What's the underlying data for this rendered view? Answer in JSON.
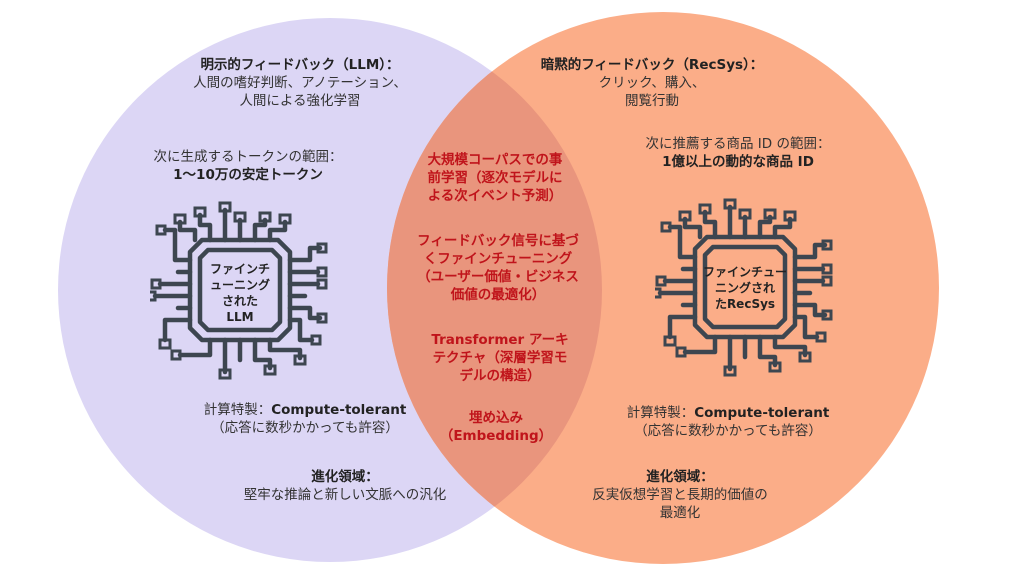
{
  "colors": {
    "left": "#dcd6f5",
    "right": "#fbad88",
    "overlap": "#e9957d",
    "chip": "#3d4650",
    "accent_text": "#c0141b"
  },
  "left": {
    "title": "明示的フィードバック（LLM）：",
    "feedback_lines": [
      "人間の嗜好判断、アノテーション、",
      "人間による強化学習"
    ],
    "range_label": "次に生成するトークンの範囲：",
    "range_value": "1～10万の安定トークン",
    "chip_lines": [
      "ファインチ",
      "ューニング",
      "された",
      "LLM"
    ],
    "compute_label": "計算特製：",
    "compute_value": "Compute-tolerant",
    "compute_note": "（応答に数秒かかっても許容）",
    "evolution_title": "進化領域：",
    "evolution_lines": [
      "堅牢な推論と新しい文脈への汎化"
    ]
  },
  "right": {
    "title": "暗黙的フィードバック（RecSys）：",
    "feedback_lines": [
      "クリック、購入、",
      "閲覧行動"
    ],
    "range_label": "次に推薦する商品 ID の範囲：",
    "range_value": "1億以上の動的な商品 ID",
    "chip_lines": [
      "ファインチュー",
      "ニングされ",
      "たRecSys"
    ],
    "compute_label": "計算特製：",
    "compute_value": "Compute-tolerant",
    "compute_note": "（応答に数秒かかっても許容）",
    "evolution_title": "進化領域：",
    "evolution_lines": [
      "反実仮想学習と長期的価値の",
      "最適化"
    ]
  },
  "shared": [
    {
      "lines": [
        "大規模コーパスでの事",
        "前学習（逐次モデルに",
        "よる次イベント予測）"
      ]
    },
    {
      "lines": [
        "フィードバック信号に基づ",
        "くファインチューニング",
        "（ユーザー価値・ビジネス",
        "価値の最適化）"
      ]
    },
    {
      "lines": [
        "Transformer アーキ",
        "テクチャ（深層学習モ",
        "デルの構造）"
      ]
    },
    {
      "lines": [
        "埋め込み",
        "（Embedding）"
      ]
    }
  ]
}
